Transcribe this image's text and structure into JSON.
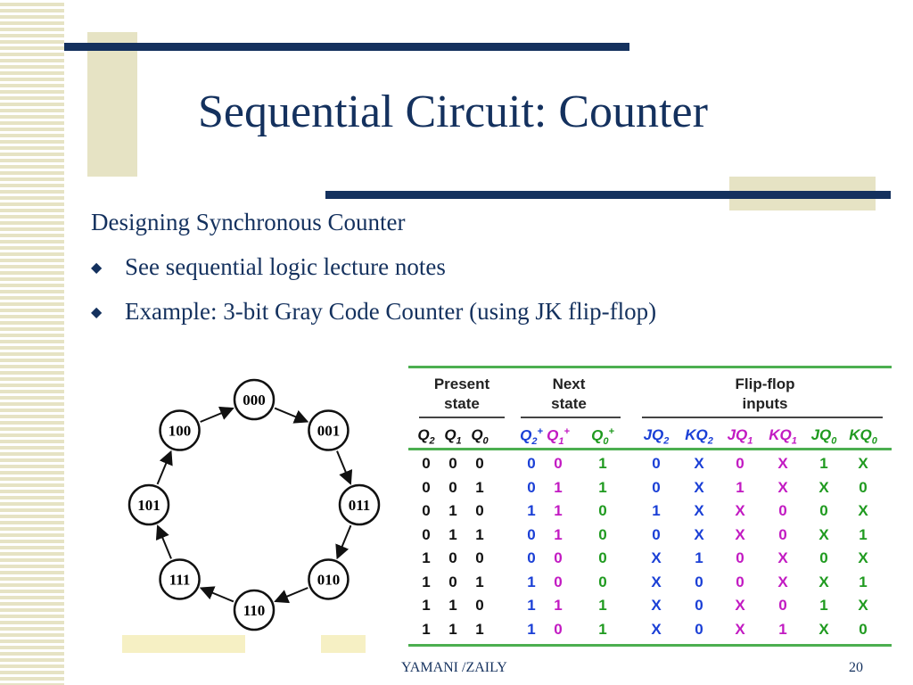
{
  "slide": {
    "title": "Sequential Circuit: Counter",
    "subheading": "Designing Synchronous Counter",
    "bullets": [
      "See sequential logic lecture notes",
      "Example: 3-bit Gray Code Counter (using JK flip-flop)"
    ],
    "footer_left": "YAMANI /ZAILY",
    "page_number": "20"
  },
  "diagram": {
    "states": [
      "000",
      "001",
      "011",
      "010",
      "110",
      "111",
      "101",
      "100"
    ]
  },
  "table": {
    "group_headers": {
      "present": [
        "Present",
        "state"
      ],
      "next": [
        "Next",
        "state"
      ],
      "flipflop": [
        "Flip-flop",
        "inputs"
      ]
    },
    "columns": [
      {
        "main": "Q",
        "sub": "2",
        "sup": ""
      },
      {
        "main": "Q",
        "sub": "1",
        "sup": ""
      },
      {
        "main": "Q",
        "sub": "0",
        "sup": ""
      },
      {
        "main": "Q",
        "sub": "2",
        "sup": "+"
      },
      {
        "main": "Q",
        "sub": "1",
        "sup": "+"
      },
      {
        "main": "Q",
        "sub": "0",
        "sup": "+"
      },
      {
        "main": "JQ",
        "sub": "2",
        "sup": ""
      },
      {
        "main": "KQ",
        "sub": "2",
        "sup": ""
      },
      {
        "main": "JQ",
        "sub": "1",
        "sup": ""
      },
      {
        "main": "KQ",
        "sub": "1",
        "sup": ""
      },
      {
        "main": "JQ",
        "sub": "0",
        "sup": ""
      },
      {
        "main": "KQ",
        "sub": "0",
        "sup": ""
      }
    ],
    "rows": [
      [
        "0",
        "0",
        "0",
        "0",
        "0",
        "1",
        "0",
        "X",
        "0",
        "X",
        "1",
        "X"
      ],
      [
        "0",
        "0",
        "1",
        "0",
        "1",
        "1",
        "0",
        "X",
        "1",
        "X",
        "X",
        "0"
      ],
      [
        "0",
        "1",
        "0",
        "1",
        "1",
        "0",
        "1",
        "X",
        "X",
        "0",
        "0",
        "X"
      ],
      [
        "0",
        "1",
        "1",
        "0",
        "1",
        "0",
        "0",
        "X",
        "X",
        "0",
        "X",
        "1"
      ],
      [
        "1",
        "0",
        "0",
        "0",
        "0",
        "0",
        "X",
        "1",
        "0",
        "X",
        "0",
        "X"
      ],
      [
        "1",
        "0",
        "1",
        "1",
        "0",
        "0",
        "X",
        "0",
        "0",
        "X",
        "X",
        "1"
      ],
      [
        "1",
        "1",
        "0",
        "1",
        "1",
        "1",
        "X",
        "0",
        "X",
        "0",
        "1",
        "X"
      ],
      [
        "1",
        "1",
        "1",
        "1",
        "0",
        "1",
        "X",
        "0",
        "X",
        "1",
        "X",
        "0"
      ]
    ],
    "colors": {
      "present": "#111111",
      "q2_next": "#1a3fd6",
      "q1_next": "#c21ac2",
      "q0_next": "#1f9a1f",
      "jk_q2": "#1a3fd6",
      "jk_q1": "#c21ac2",
      "jk_q0": "#1f9a1f",
      "rule": "#4caf50"
    }
  },
  "colors": {
    "title": "#14315e",
    "stripe": "#e6e3c4"
  }
}
